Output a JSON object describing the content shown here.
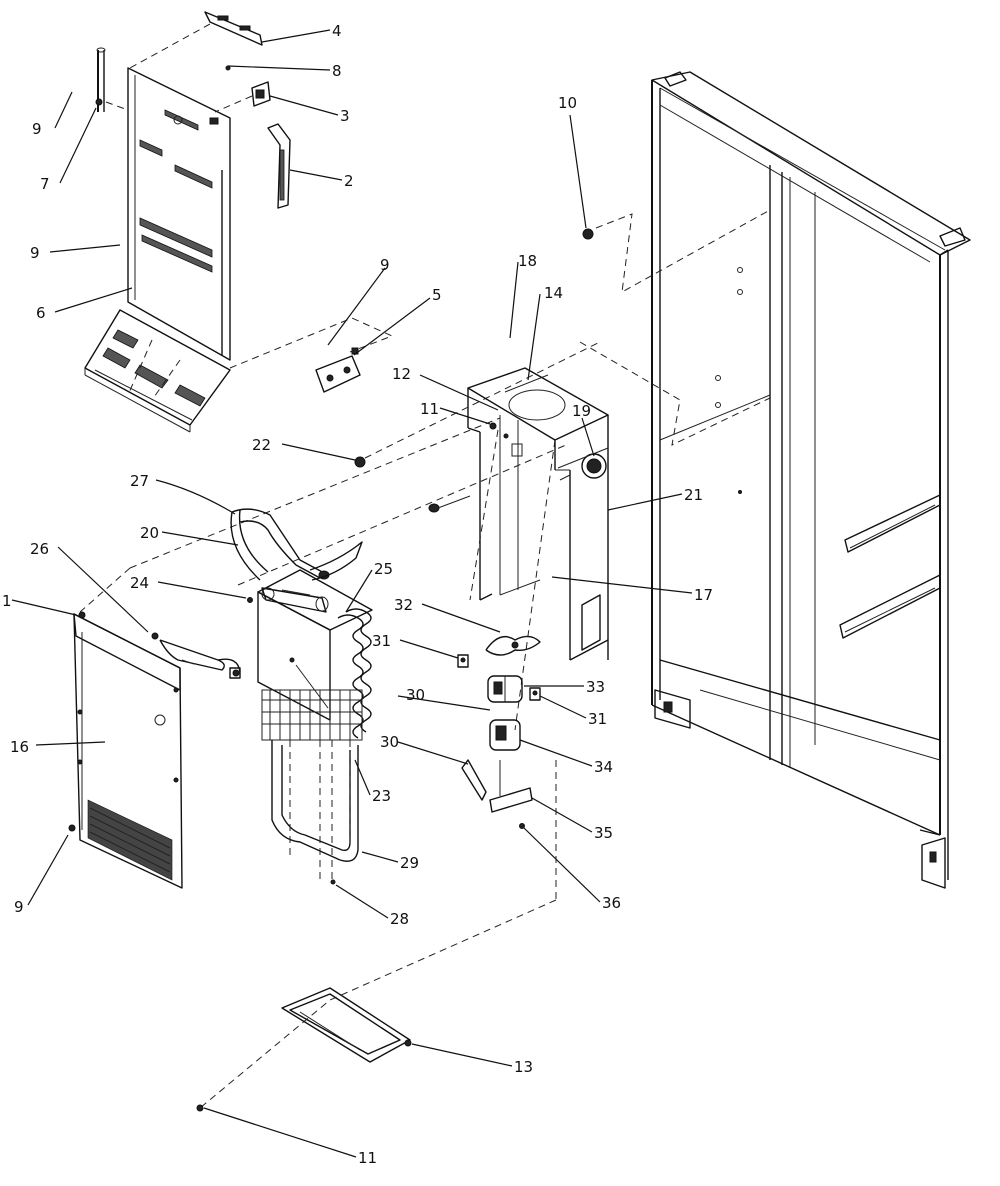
{
  "callouts": [
    {
      "id": "c4",
      "text": "4"
    },
    {
      "id": "c8",
      "text": "8"
    },
    {
      "id": "c3",
      "text": "3"
    },
    {
      "id": "c9a",
      "text": "9"
    },
    {
      "id": "c7",
      "text": "7"
    },
    {
      "id": "c2",
      "text": "2"
    },
    {
      "id": "c9b",
      "text": "9"
    },
    {
      "id": "c6",
      "text": "6"
    },
    {
      "id": "c10",
      "text": "10"
    },
    {
      "id": "c18",
      "text": "18"
    },
    {
      "id": "c14",
      "text": "14"
    },
    {
      "id": "c9c",
      "text": "9"
    },
    {
      "id": "c5",
      "text": "5"
    },
    {
      "id": "c12",
      "text": "12"
    },
    {
      "id": "c11a",
      "text": "11"
    },
    {
      "id": "c19",
      "text": "19"
    },
    {
      "id": "c22",
      "text": "22"
    },
    {
      "id": "c27",
      "text": "27"
    },
    {
      "id": "c21",
      "text": "21"
    },
    {
      "id": "c20",
      "text": "20"
    },
    {
      "id": "c25",
      "text": "25"
    },
    {
      "id": "c26",
      "text": "26"
    },
    {
      "id": "c24",
      "text": "24"
    },
    {
      "id": "c17",
      "text": "17"
    },
    {
      "id": "c1",
      "text": "1"
    },
    {
      "id": "c32",
      "text": "32"
    },
    {
      "id": "c31a",
      "text": "31"
    },
    {
      "id": "c33",
      "text": "33"
    },
    {
      "id": "c30a",
      "text": "30"
    },
    {
      "id": "c31b",
      "text": "31"
    },
    {
      "id": "c16",
      "text": "16"
    },
    {
      "id": "c30b",
      "text": "30"
    },
    {
      "id": "c34",
      "text": "34"
    },
    {
      "id": "c23",
      "text": "23"
    },
    {
      "id": "c35",
      "text": "35"
    },
    {
      "id": "c29",
      "text": "29"
    },
    {
      "id": "c9d",
      "text": "9"
    },
    {
      "id": "c28",
      "text": "28"
    },
    {
      "id": "c36",
      "text": "36"
    },
    {
      "id": "c13",
      "text": "13"
    },
    {
      "id": "c11b",
      "text": "11"
    }
  ]
}
